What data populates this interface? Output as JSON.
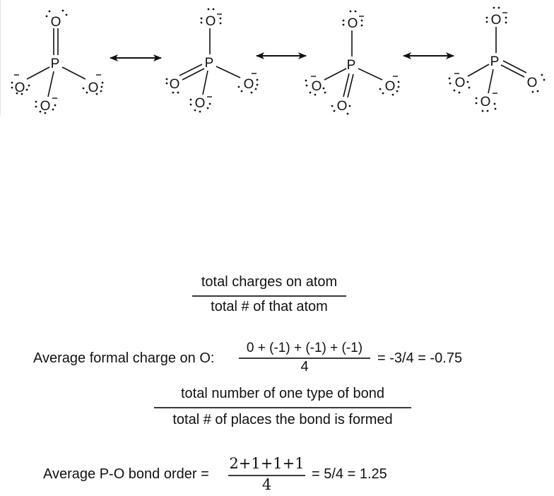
{
  "resonance": {
    "title_hidden": "Phosphate ion (PO4 3-) resonance structures",
    "atoms": {
      "central": "P",
      "outer": "O"
    },
    "charge_symbol": "−",
    "arrow_type": "double-headed resonance arrow",
    "structures": [
      {
        "id": 1,
        "double_bond_to": "top"
      },
      {
        "id": 2,
        "double_bond_to": "left"
      },
      {
        "id": 3,
        "double_bond_to": "bottom"
      },
      {
        "id": 4,
        "double_bond_to": "right"
      }
    ]
  },
  "formal_charge_definition": {
    "numerator": "total charges on atom",
    "denominator": "total # of that atom"
  },
  "formal_charge_calc": {
    "label": "Average formal charge on O:",
    "numerator": "0 + (-1) + (-1) + (-1)",
    "denominator": "4",
    "result": "= -3/4 = -0.75"
  },
  "bond_order_definition": {
    "numerator": "total number of one type of bond",
    "denominator": "total # of places the bond is formed"
  },
  "bond_order_calc": {
    "label": "Average P-O bond order =",
    "numerator": "2+1+1+1",
    "denominator": "4",
    "result": "= 5/4 = 1.25"
  }
}
